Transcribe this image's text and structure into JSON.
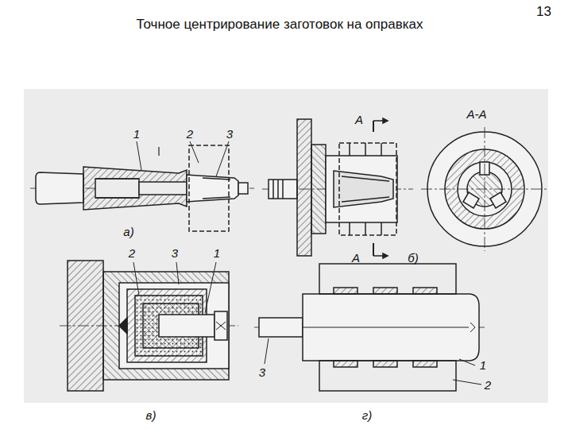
{
  "diagram": {
    "title": "Точное центрирование заготовок на оправках",
    "labels": [
      "13",
      "1",
      "2",
      "3",
      "а)",
      "А",
      "А-А",
      "А",
      "б)",
      "2",
      "3",
      "1",
      "1",
      "2",
      "3",
      "в)",
      "г)"
    ]
  }
}
